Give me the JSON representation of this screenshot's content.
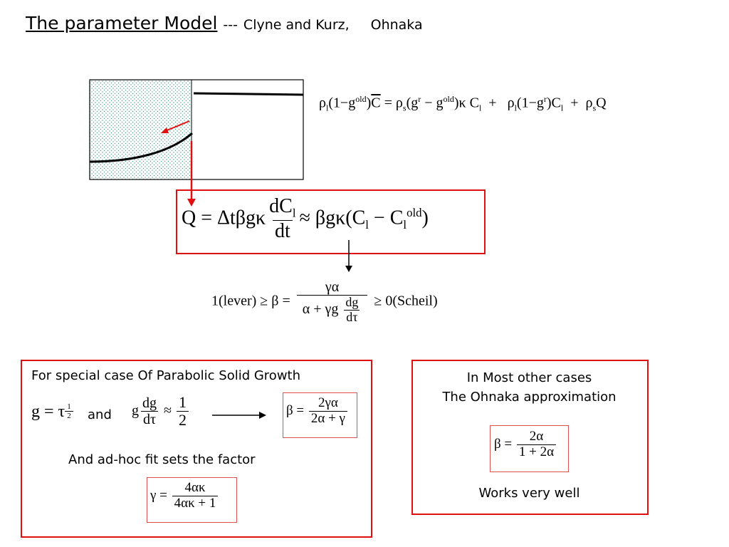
{
  "title": {
    "main": "The parameter Model",
    "sep": "---",
    "authors": "Clyne and Kurz,",
    "author2": "Ohnaka"
  },
  "colors": {
    "accent": "#e01010",
    "stipple": "#4a9a8a"
  },
  "equations": {
    "balance": {
      "alt": "ρl(1−g^old)C̄ = ρs(g^r − g^old)κ Cl + ρl(1−g^r)Cl + ρs Q"
    },
    "q_def": {
      "alt": "Q = Δtβgκ dCl/dt ≈ βgκ(Cl − Cl^old)"
    },
    "beta_range": {
      "left": "1(lever) ≥ β =",
      "right": "≥ 0(Scheil)",
      "num": "γα",
      "den_left": "α + γg",
      "den_num": "dg",
      "den_den": "dτ"
    }
  },
  "left_panel": {
    "heading": "For special case Of Parabolic Solid Growth",
    "and": "and",
    "fit_text": "And ad-hoc fit sets the factor",
    "g_eq": {
      "lhs": "g = τ",
      "exp_num": "1",
      "exp_den": "2"
    },
    "dg_eq": {
      "g": "g",
      "num": "dg",
      "den": "dτ",
      "approx": "≈",
      "half_num": "1",
      "half_den": "2"
    },
    "beta_result": {
      "lhs": "β =",
      "num": "2γα",
      "den": "2α + γ"
    },
    "gamma_result": {
      "lhs": "γ =",
      "num": "4ακ",
      "den": "4ακ + 1"
    }
  },
  "right_panel": {
    "line1": "In Most other cases",
    "line2": "The Ohnaka approximation",
    "beta_result": {
      "lhs": "β =",
      "num": "2α",
      "den": "1 + 2α"
    },
    "footer": "Works very well"
  }
}
